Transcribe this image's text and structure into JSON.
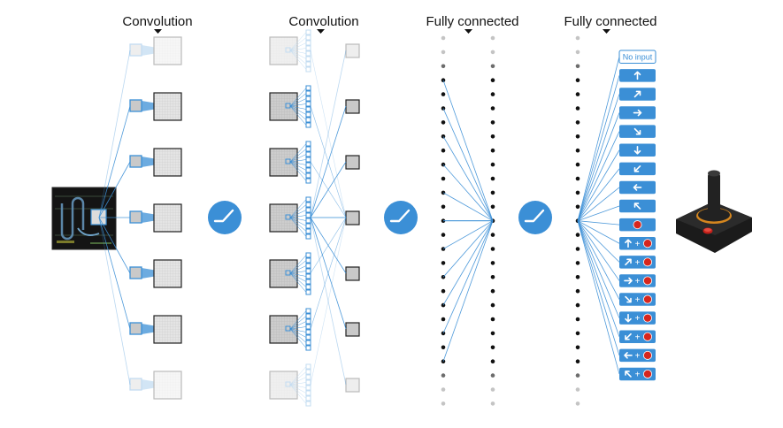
{
  "stages": [
    {
      "title": "Convolution"
    },
    {
      "title": "Convolution"
    },
    {
      "title": "Fully connected"
    },
    {
      "title": "Fully connected"
    }
  ],
  "actions": [
    {
      "label": "No input",
      "arrow": null,
      "fire": false
    },
    {
      "label": "",
      "arrow": "up",
      "fire": false
    },
    {
      "label": "",
      "arrow": "up-right",
      "fire": false
    },
    {
      "label": "",
      "arrow": "right",
      "fire": false
    },
    {
      "label": "",
      "arrow": "down-right",
      "fire": false
    },
    {
      "label": "",
      "arrow": "down",
      "fire": false
    },
    {
      "label": "",
      "arrow": "down-left",
      "fire": false
    },
    {
      "label": "",
      "arrow": "left",
      "fire": false
    },
    {
      "label": "",
      "arrow": "up-left",
      "fire": false
    },
    {
      "label": "",
      "arrow": null,
      "fire": true
    },
    {
      "label": "+",
      "arrow": "up",
      "fire": true
    },
    {
      "label": "+",
      "arrow": "up-right",
      "fire": true
    },
    {
      "label": "+",
      "arrow": "right",
      "fire": true
    },
    {
      "label": "+",
      "arrow": "down-right",
      "fire": true
    },
    {
      "label": "+",
      "arrow": "down",
      "fire": true
    },
    {
      "label": "+",
      "arrow": "down-left",
      "fire": true
    },
    {
      "label": "+",
      "arrow": "left",
      "fire": true
    },
    {
      "label": "+",
      "arrow": "up-left",
      "fire": true
    }
  ],
  "activation": "relu-icon",
  "output_device": "joystick-icon",
  "colors": {
    "accent": "#3b8fd6",
    "fire": "#d7261e",
    "node": "#111111",
    "faded_node": "#c4c4c4",
    "map_fill": "#e6e6e6"
  }
}
